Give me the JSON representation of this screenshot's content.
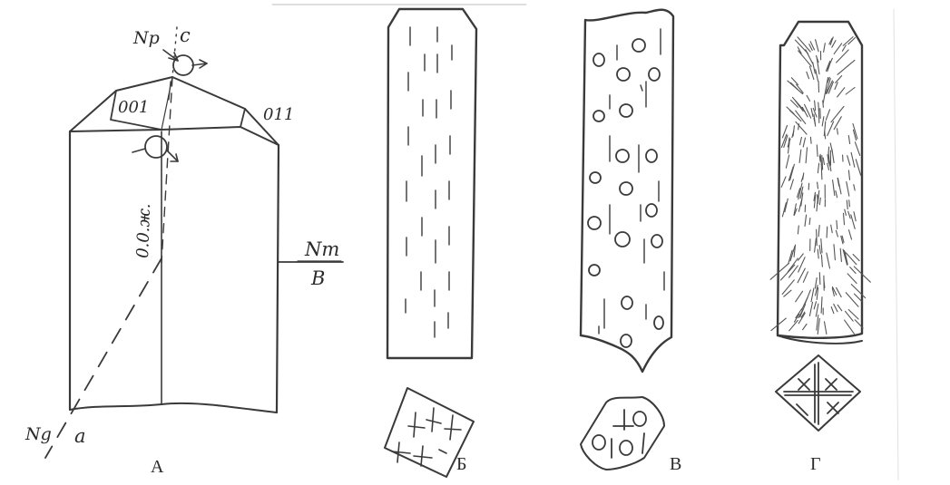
{
  "figure_labels": {
    "panel_a": "А",
    "panel_b": "Б",
    "panel_v": "В",
    "panel_g": "Г"
  },
  "crystal_a": {
    "axis_np": "Np",
    "axis_c": "c",
    "face_001": "001",
    "face_011": "011",
    "optic_axis_plane": "0.0.ж.",
    "axis_nm": "Nm",
    "axis_b": "B",
    "axis_ng": "Ng",
    "axis_a": "a"
  },
  "colors": {
    "ink": "#3a3a3a",
    "paper": "#ffffff"
  }
}
